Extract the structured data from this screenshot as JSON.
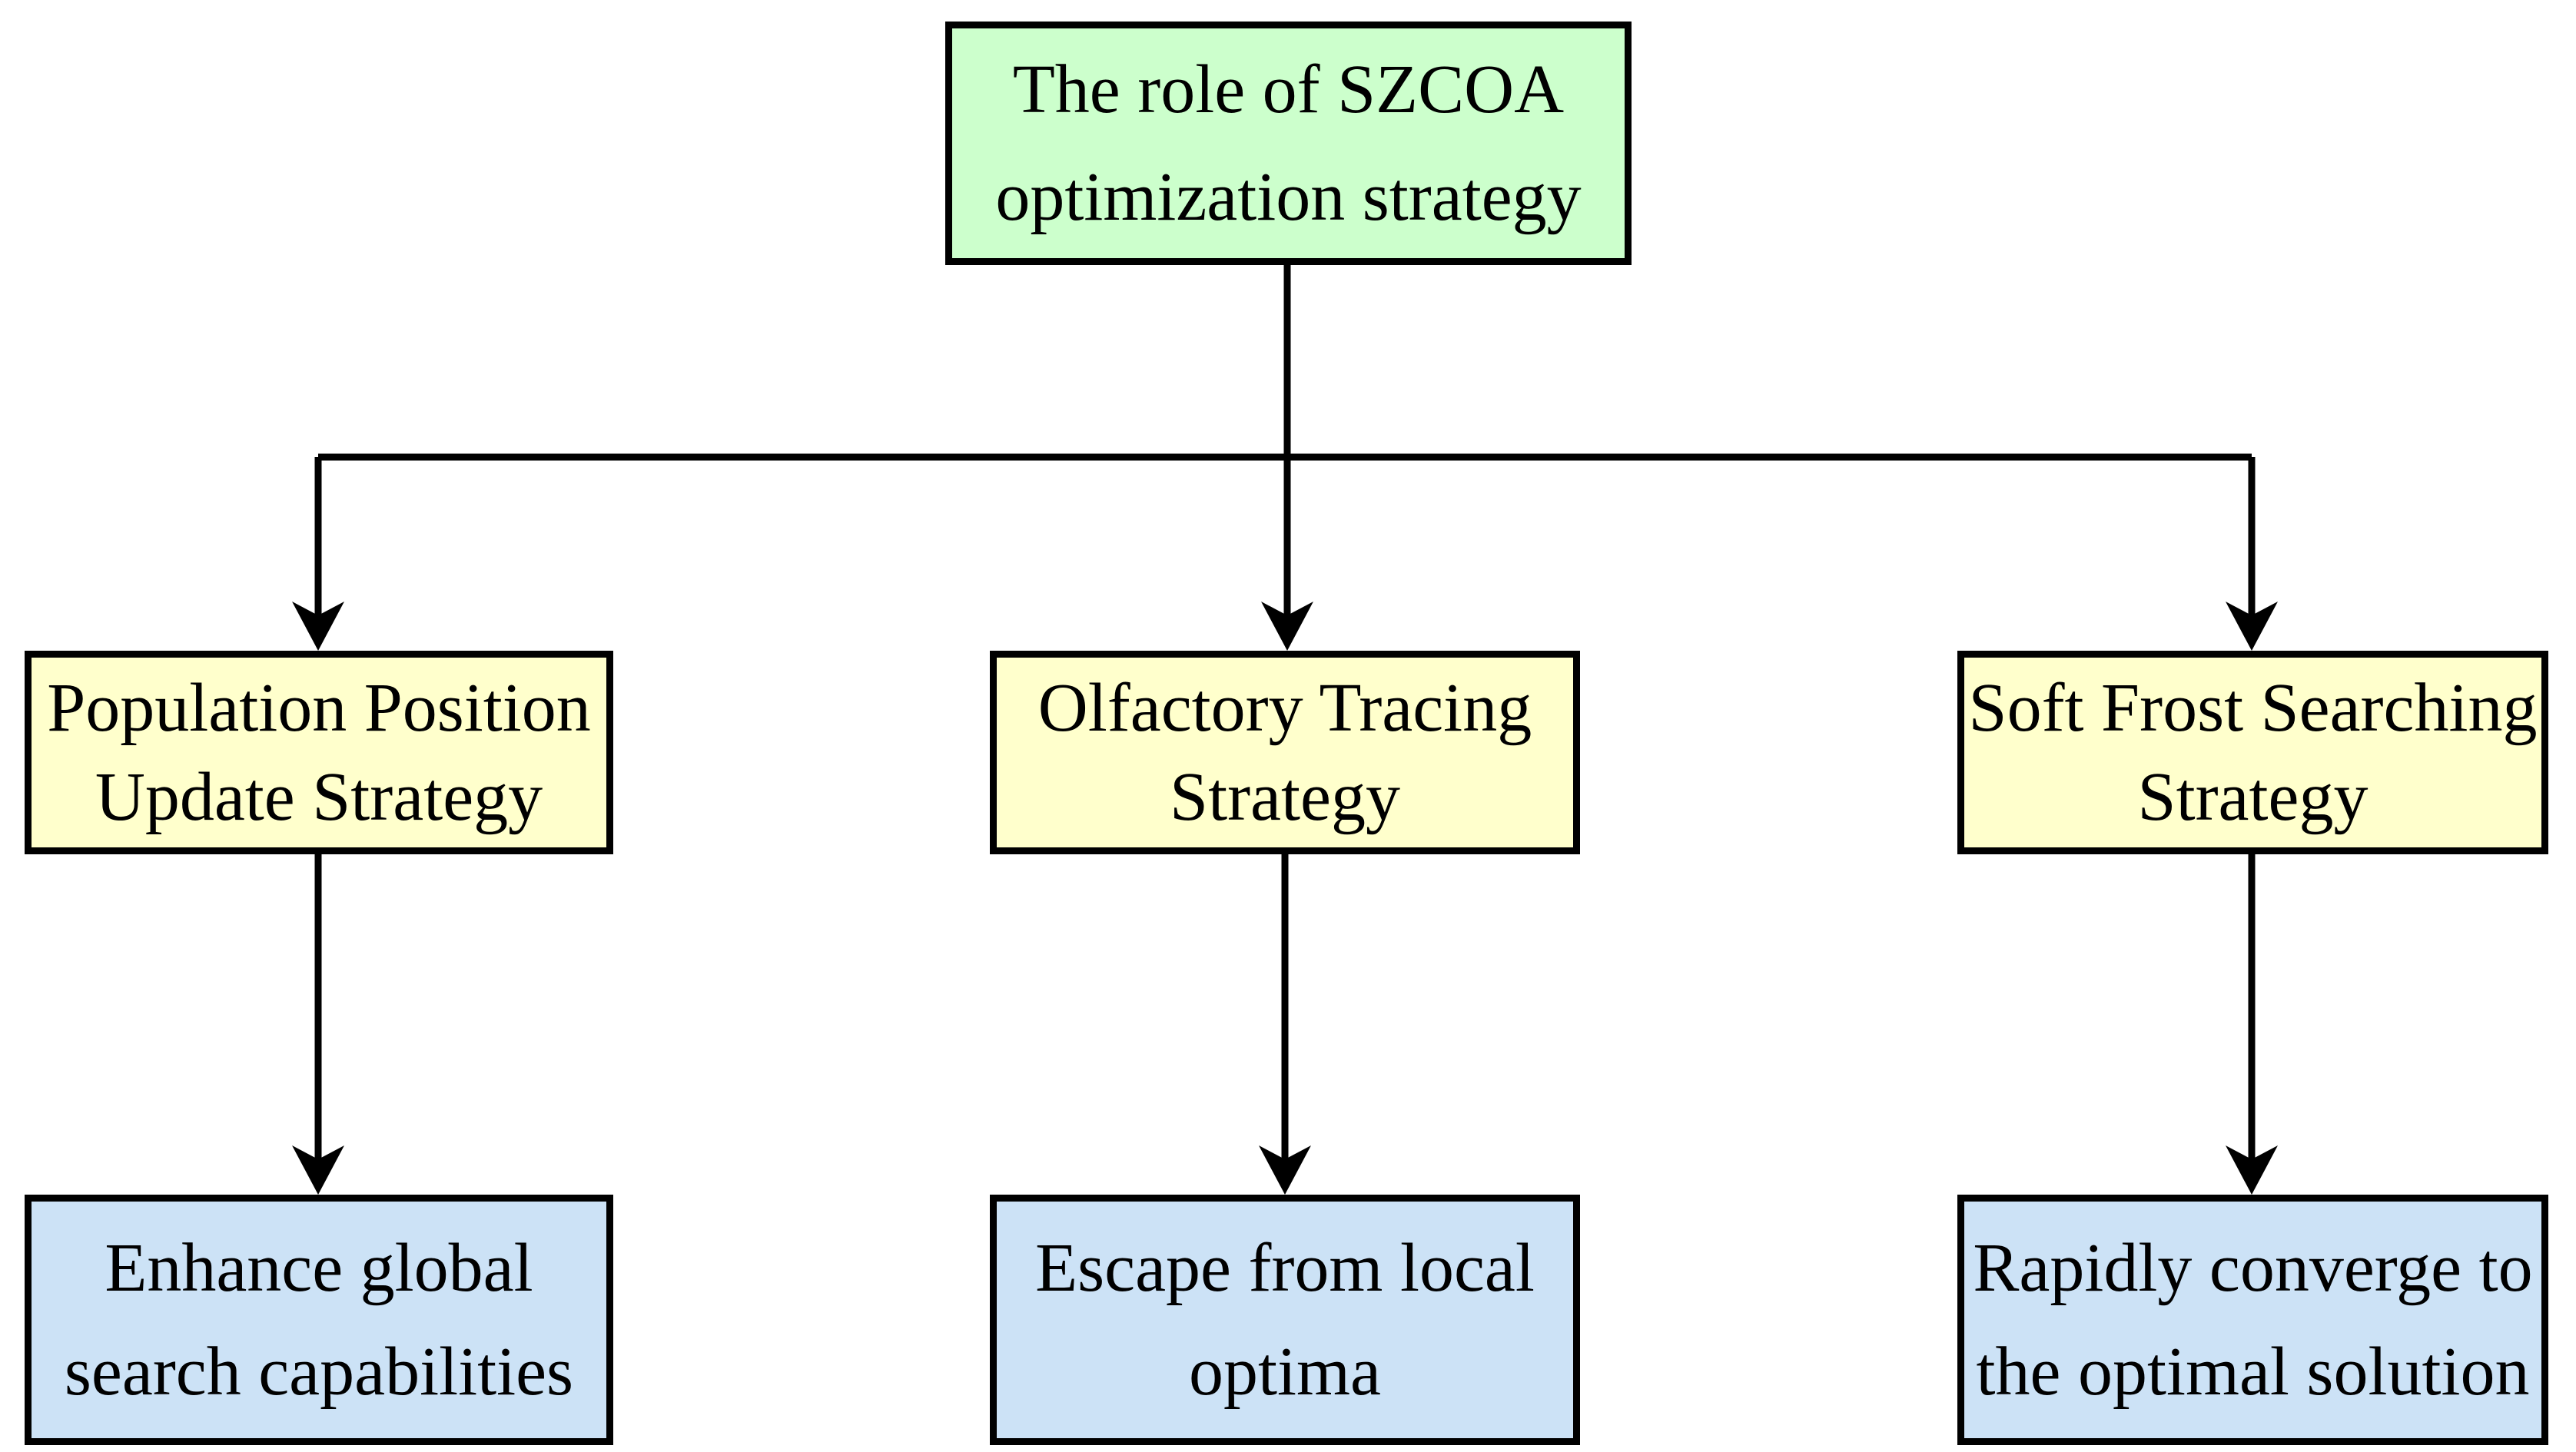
{
  "figure": {
    "type": "flowchart",
    "background_color": "#ffffff",
    "border_color": "#000000",
    "connector_color": "#000000",
    "text_color": "#000000",
    "root": {
      "id": "szcoa-role",
      "lines": [
        "The role of SZCOA",
        "optimization strategy"
      ],
      "label": "The role of SZCOA optimization strategy",
      "fill": "#ccffcc"
    },
    "strategies": [
      {
        "id": "population-position-update",
        "lines": [
          "Population Position",
          "Update Strategy"
        ],
        "label": "Population Position Update Strategy",
        "fill": "#ffffcc"
      },
      {
        "id": "olfactory-tracing",
        "lines": [
          "Olfactory Tracing",
          "Strategy"
        ],
        "label": "Olfactory Tracing Strategy",
        "fill": "#ffffcc"
      },
      {
        "id": "soft-frost-searching",
        "lines": [
          "Soft Frost Searching",
          "Strategy"
        ],
        "label": "Soft Frost Searching Strategy",
        "fill": "#ffffcc"
      }
    ],
    "outcomes": [
      {
        "id": "enhance-global-search",
        "lines": [
          "Enhance global",
          "search capabilities"
        ],
        "label": "Enhance global search capabilities",
        "fill": "#cce2f6"
      },
      {
        "id": "escape-local-optima",
        "lines": [
          "Escape from local",
          "optima"
        ],
        "label": "Escape from local optima",
        "fill": "#cce2f6"
      },
      {
        "id": "rapid-convergence",
        "lines": [
          "Rapidly converge to",
          "the optimal solution"
        ],
        "label": "Rapidly converge to the optimal solution",
        "fill": "#cce2f6"
      }
    ],
    "edges": [
      {
        "from": "szcoa-role",
        "to": "population-position-update"
      },
      {
        "from": "szcoa-role",
        "to": "olfactory-tracing"
      },
      {
        "from": "szcoa-role",
        "to": "soft-frost-searching"
      },
      {
        "from": "population-position-update",
        "to": "enhance-global-search"
      },
      {
        "from": "olfactory-tracing",
        "to": "escape-local-optima"
      },
      {
        "from": "soft-frost-searching",
        "to": "rapid-convergence"
      }
    ]
  }
}
